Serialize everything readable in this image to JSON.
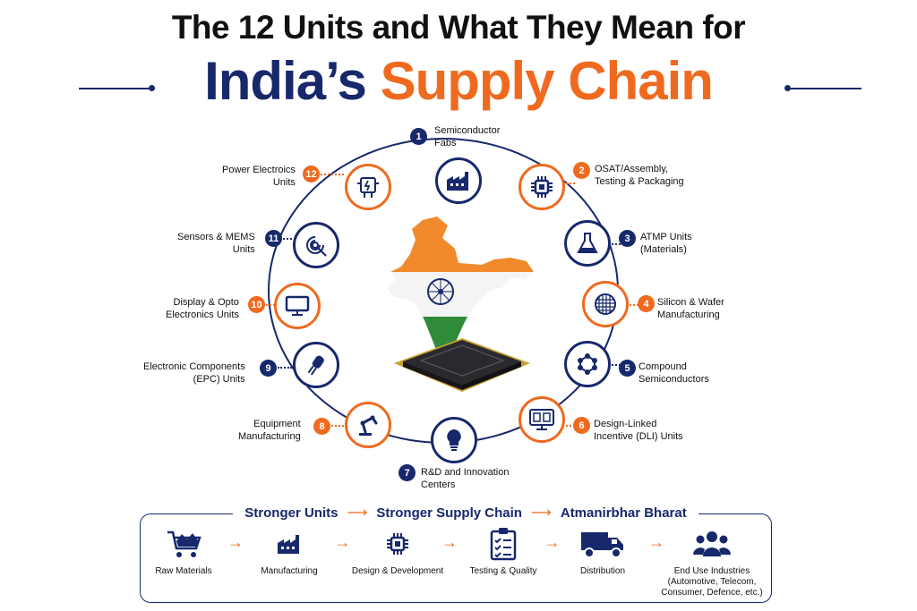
{
  "title": {
    "line1": "The 12 Units and What They Mean for",
    "line2_part1": "India’s",
    "line2_part2": "Supply Chain"
  },
  "colors": {
    "navy": "#17286b",
    "orange": "#ef6a1f"
  },
  "units": [
    {
      "num": "1",
      "label": "Semiconductor\nFabs",
      "icon": "factory-icon"
    },
    {
      "num": "2",
      "label": "OSAT/Assembly,\nTesting & Packaging",
      "icon": "chip-icon"
    },
    {
      "num": "3",
      "label": "ATMP Units\n(Materials)",
      "icon": "flask-icon"
    },
    {
      "num": "4",
      "label": "Silicon & Wafer\nManufacturing",
      "icon": "wafer-icon"
    },
    {
      "num": "5",
      "label": "Compound\nSemiconductors",
      "icon": "molecule-icon"
    },
    {
      "num": "6",
      "label": "Design-Linked\nIncentive (DLI) Units",
      "icon": "design-monitor-icon"
    },
    {
      "num": "7",
      "label": "R&D and Innovation\nCenters",
      "icon": "lightbulb-icon"
    },
    {
      "num": "8",
      "label": "Equipment\nManufacturing",
      "icon": "robot-arm-icon"
    },
    {
      "num": "9",
      "label": "Electronic Components\n(EPC) Units",
      "icon": "capacitor-icon"
    },
    {
      "num": "10",
      "label": "Display & Opto\nElectronics Units",
      "icon": "display-icon"
    },
    {
      "num": "11",
      "label": "Sensors & MEMS\nUnits",
      "icon": "sensor-icon"
    },
    {
      "num": "12",
      "label": "Power Electroics\nUnits",
      "icon": "power-module-icon"
    }
  ],
  "flow": {
    "heading": [
      "Stronger Units",
      "Stronger Supply Chain",
      "Atmanirbhar Bharat"
    ],
    "steps": [
      {
        "label": "Raw Materials",
        "icon": "cart-icon"
      },
      {
        "label": "Manufacturing",
        "icon": "factory-icon"
      },
      {
        "label": "Design & Development",
        "icon": "chip-icon"
      },
      {
        "label": "Testing & Quality",
        "icon": "checklist-icon"
      },
      {
        "label": "Distribution",
        "icon": "truck-icon"
      },
      {
        "label": "End Use Industries\n(Automotive, Telecom,\nConsumer, Defence, etc.)",
        "icon": "people-icon"
      }
    ]
  }
}
